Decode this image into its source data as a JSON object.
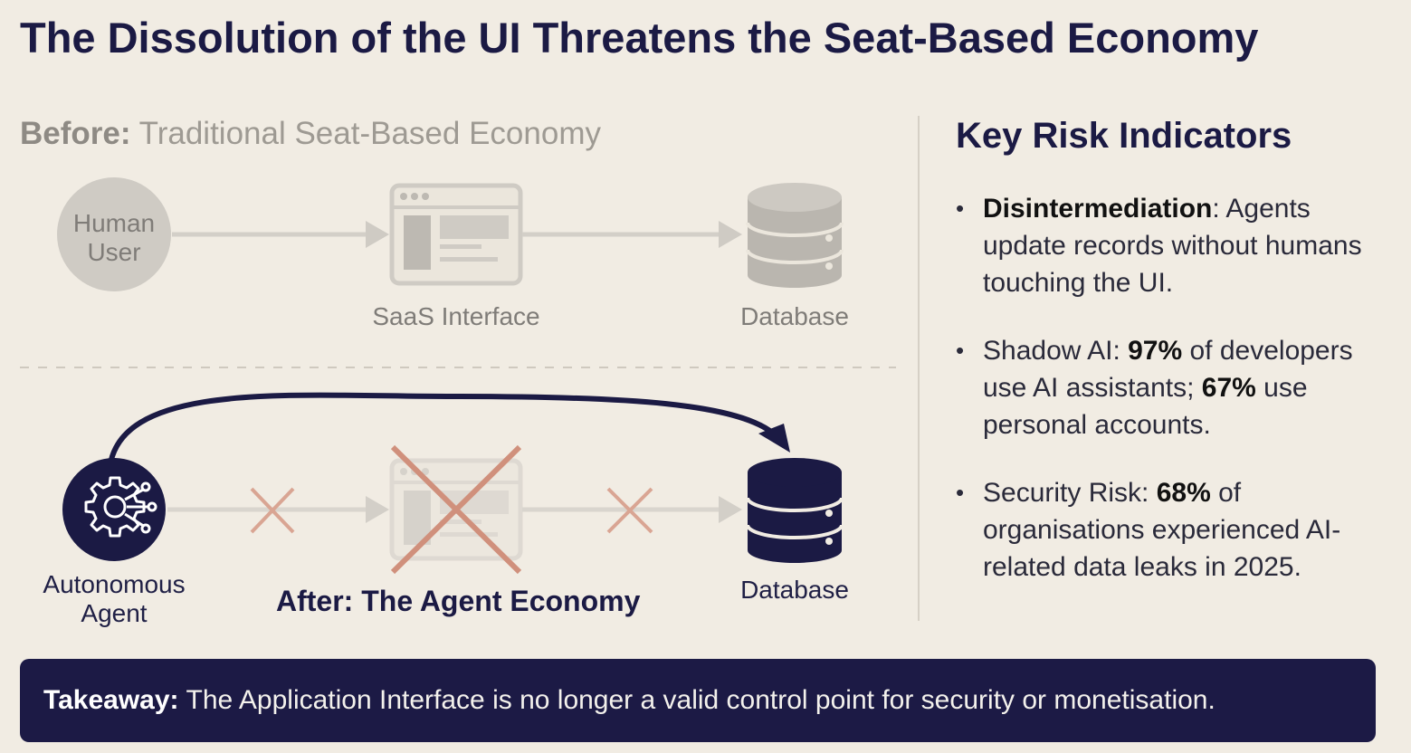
{
  "title": "The Dissolution of the UI Threatens the Seat-Based Economy",
  "before": {
    "label_bold": "Before:",
    "label_rest": " Traditional Seat-Based Economy",
    "user_label_line1": "Human",
    "user_label_line2": "User",
    "interface_label": "SaaS Interface",
    "database_label": "Database"
  },
  "after": {
    "heading": "After: The Agent Economy",
    "agent_label_line1": "Autonomous",
    "agent_label_line2": "Agent",
    "database_label": "Database"
  },
  "risks": {
    "heading": "Key Risk Indicators",
    "items": [
      {
        "bold": "Disintermediation",
        "text": ": Agents update records without humans touching the UI."
      },
      {
        "prefix": "Shadow AI: ",
        "stat1": "97%",
        "mid": " of developers use AI assistants; ",
        "stat2": "67%",
        "suffix": " use personal accounts."
      },
      {
        "prefix": "Security Risk: ",
        "stat1": "68%",
        "suffix": " of organisations experienced AI-related data leaks in 2025."
      }
    ]
  },
  "takeaway": {
    "label": "Takeaway:",
    "text": "The Application Interface is no longer a valid control point for security or monetisation."
  },
  "colors": {
    "background": "#f1ece3",
    "navy": "#1b1a44",
    "muted_gray": "#c9c5be",
    "cross_red": "#d4917d"
  },
  "icons": [
    "browser-window-icon",
    "database-icon",
    "agent-gear-network-icon",
    "cross-mark-icon",
    "arrow-icon"
  ]
}
